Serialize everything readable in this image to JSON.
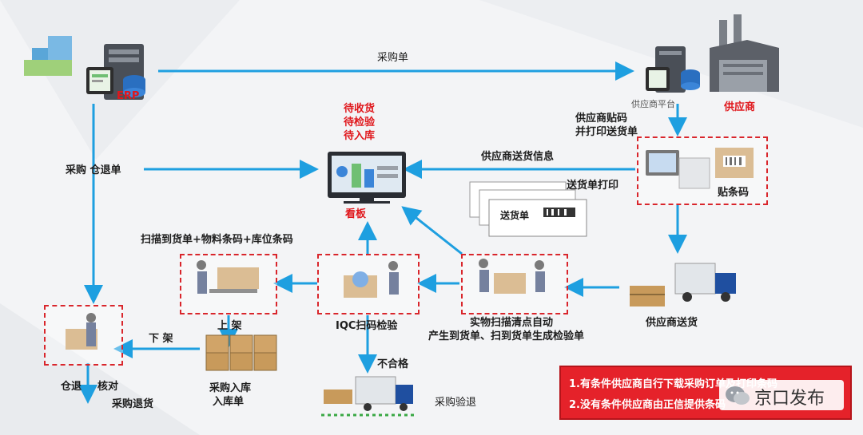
{
  "labels": {
    "erp": "ERP",
    "purchase_order": "采购单",
    "supplier_platform": "供应商平台",
    "supplier": "供应商",
    "supplier_label": "供应商贴码",
    "print_delivery": "并打印送货单",
    "pending_receive": "待收货",
    "pending_inspect": "待检验",
    "pending_store": "待入库",
    "kanban": "看板",
    "purchase_return_doc": "采购  仓退单",
    "supplier_delivery_info": "供应商送货信息",
    "delivery_note_print": "送货单打印",
    "delivery_note": "送货单",
    "barcode_label": "贴条码",
    "supplier_delivery": "供应商送货",
    "scan_codes": "扫描到货单+物料条码+库位条码",
    "shelve_up": "上  架",
    "iqc_scan": "IQC扫码检验",
    "physical_scan_1": "实物扫描清点自动",
    "physical_scan_2": "产生到货单、扫到货单生成检验单",
    "shelve_down": "下  架",
    "purchase_stock_in_1": "采购入库",
    "purchase_stock_in_2": "入库单",
    "unqualified": "不合格",
    "purchase_inspect_return": "采购验退",
    "warehouse_return_1": "仓退",
    "warehouse_return_2": "核对",
    "purchase_return": "采购退货"
  },
  "notes": {
    "line1": "1.有条件供应商自行下载采购订单及打印条码",
    "line2": "2.没有条件供应商由正信提供条码"
  },
  "watermark": {
    "text": "京口发布"
  },
  "colors": {
    "arrow": "#1e9fe0",
    "highlight_red": "#e0161b",
    "box_border": "#d9262c",
    "note_bg": "#e5222a"
  }
}
